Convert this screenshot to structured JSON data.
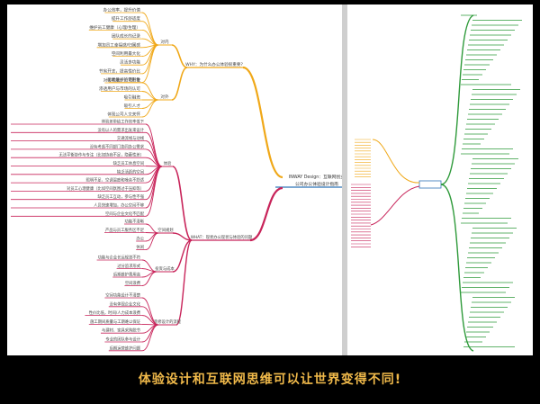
{
  "caption": "体验设计和互联网思维可以让世界变得不同!",
  "center": {
    "line1": "INWAY Design：互联网创业",
    "line2": "公司办公体验设计指南"
  },
  "why": {
    "label": "WHY：为什么办公体验很重要?",
    "inner": {
      "label": "对内",
      "items": [
        "办公效率，提升价值",
        "提升工作舒适度",
        "维护员工健康（心理/生理）",
        "团队成长的记录",
        "增加员工幸福感/归属感",
        "空间利用最大化",
        "灵活多功能",
        "节省开支，提高性价比",
        "能耗维护的便利性"
      ]
    },
    "outer": {
      "label": "对外",
      "items": [
        "对访客展示公司形象",
        "渗透用户与市场的认可",
        "吸引融资",
        "吸引人才",
        "体现公司人文关怀"
      ]
    }
  },
  "what": {
    "label": "WHAT：现状办公现状与体验的问题",
    "pain": {
      "label": "体验",
      "items": [
        "体验差带给工作效率低下",
        "没有以人的需求出发来设计",
        "交通流线与动线",
        "没有考虑不同部门协同办公需求",
        "无法平衡协作与专注（比如协商不足，隐蔽性差）",
        "缺乏员工休息空间",
        "缺乏活跃的空间",
        "照明不足、空调温度和噪音不舒适",
        "对员工心理健康（比如空间氛围过于压抑等）",
        "缺乏员工互动，参与性不强",
        "人员快速增加，办公空间不够",
        "空间与企业文化不匹配"
      ]
    },
    "space": {
      "label": "空间规划",
      "items": [
        "功能不清晰",
        "产品与员工服务区不足",
        "办公",
        "休闲"
      ]
    },
    "cost": {
      "label": "投资与成本",
      "items": [
        "功能与企业长远规划不符",
        "过分追求形式",
        "后期维护费用高",
        "空间浪费"
      ]
    },
    "process": {
      "label": "装修设计的流程",
      "items": [
        "空间功能设计不清楚",
        "没有体现企业文化",
        "性价比低，时间/人力成本浪费",
        "施工期间质量与工期难以保证",
        "与建材、家具采购脱节",
        "专业的团队参与设计",
        "后期运营维护问题"
      ]
    }
  }
}
